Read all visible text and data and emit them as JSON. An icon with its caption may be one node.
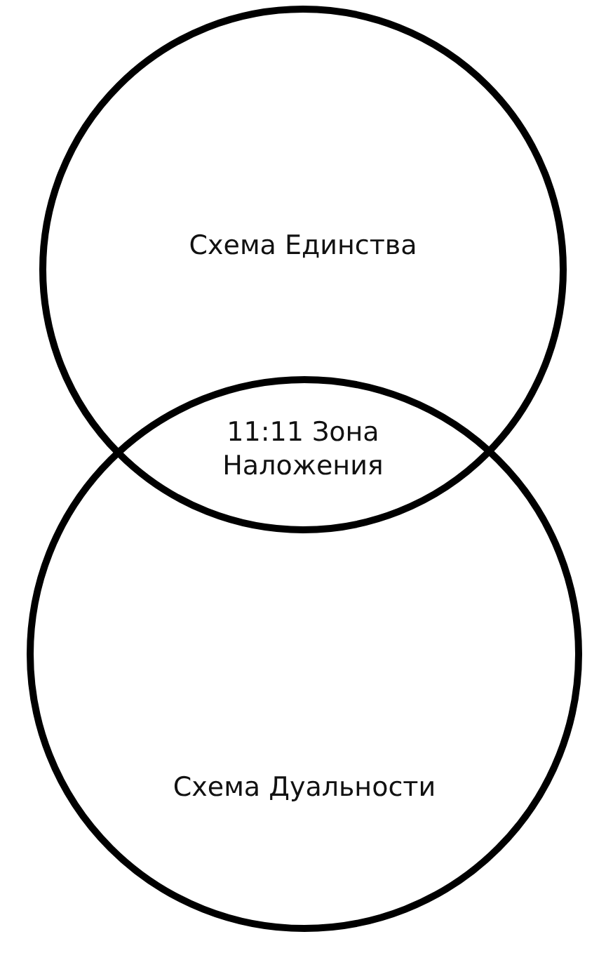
{
  "diagram": {
    "nodes": [
      {
        "text": [
          "Схема Единства"
        ]
      },
      {
        "text": [
          "Схема Дуальности"
        ]
      }
    ],
    "edges": [],
    "labels": [
      "11:11 Зона Наложения"
    ]
  }
}
